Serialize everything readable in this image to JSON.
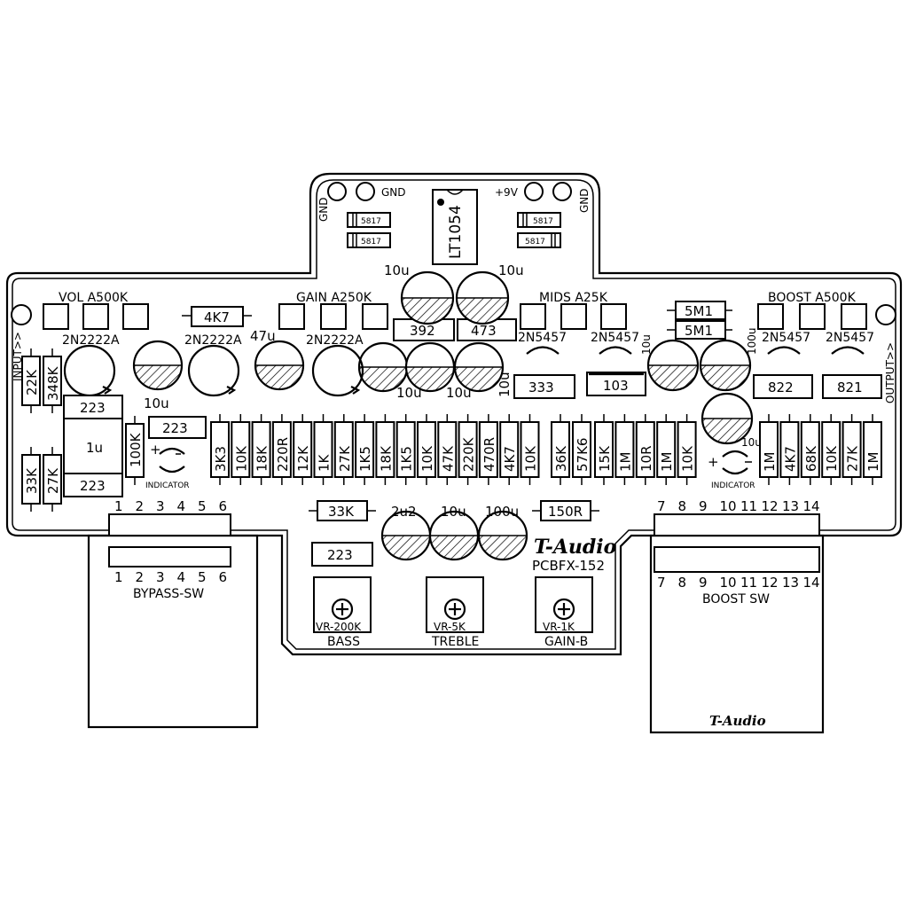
{
  "board": {
    "logo": "T-Audio",
    "model": "PCBFX-152",
    "logo_small": "T-Audio"
  },
  "power": {
    "gnd": "GND",
    "v9": "+9V",
    "ic": "LT1054",
    "diode": "5817",
    "cap_left": "10u",
    "cap_right": "10u",
    "r392": "392",
    "r473": "473"
  },
  "edge": {
    "input": "INPUT>>",
    "output": "OUTPUT>>"
  },
  "pots": {
    "vol": "VOL  A500K",
    "gain": "GAIN  A250K",
    "mids": "MIDS  A25K",
    "boost": "BOOST  A500K"
  },
  "upper": {
    "r4k7": "4K7",
    "q1": "2N2222A",
    "q2": "2N2222A",
    "q3": "2N2222A",
    "c47u": "47u",
    "c10u_a": "10u",
    "c10u_b": "10u",
    "c10u_c": "10u",
    "c10u_d": "10u",
    "j1": "2N5457",
    "j2": "2N5457",
    "j3": "2N5457",
    "j4": "2N5457",
    "c10u_e": "10u",
    "c100u": "100u",
    "r5m1_a": "5M1",
    "r5m1_b": "5M1",
    "c333": "333",
    "c103": "103",
    "c822": "822",
    "c821": "821"
  },
  "left": {
    "r22k": "22K",
    "r348k": "348K",
    "r33k": "33K",
    "r27k": "27K",
    "c223_a": "223",
    "c1u": "1u",
    "c223_b": "223",
    "r100k": "100K",
    "c223_c": "223",
    "plus": "+",
    "indicator": "INDICATOR"
  },
  "res_mid": [
    "3K3",
    "10K",
    "18K",
    "220R",
    "12K",
    "1K",
    "27K",
    "1K5",
    "18K",
    "1K5",
    "10K",
    "47K",
    "220K",
    "470R",
    "4K7",
    "10K"
  ],
  "res_right_a": [
    "36K",
    "57K6"
  ],
  "res_right_b": [
    "15K",
    "1M",
    "10R",
    "1M",
    "10K"
  ],
  "res_right_c": [
    "1M",
    "4K7",
    "68K",
    "10K",
    "27K",
    "1M"
  ],
  "right_misc": {
    "c10u": "10u",
    "plus": "+",
    "indicator": "INDICATOR"
  },
  "bottom": {
    "r33k": "33K",
    "c223": "223",
    "c2u2": "2u2",
    "c10u": "10u",
    "c100u": "100u",
    "r150r": "150R",
    "vr1": "VR-200K",
    "vr1_name": "BASS",
    "vr2": "VR-5K",
    "vr2_name": "TREBLE",
    "vr3": "VR-1K",
    "vr3_name": "GAIN-B"
  },
  "switches": {
    "bypass_pins": [
      "1",
      "2",
      "3",
      "4",
      "5",
      "6"
    ],
    "bypass_name": "BYPASS-SW",
    "boost_pins": [
      "7",
      "8",
      "9",
      "10",
      "11",
      "12",
      "13",
      "14"
    ],
    "boost_name": "BOOST SW"
  }
}
